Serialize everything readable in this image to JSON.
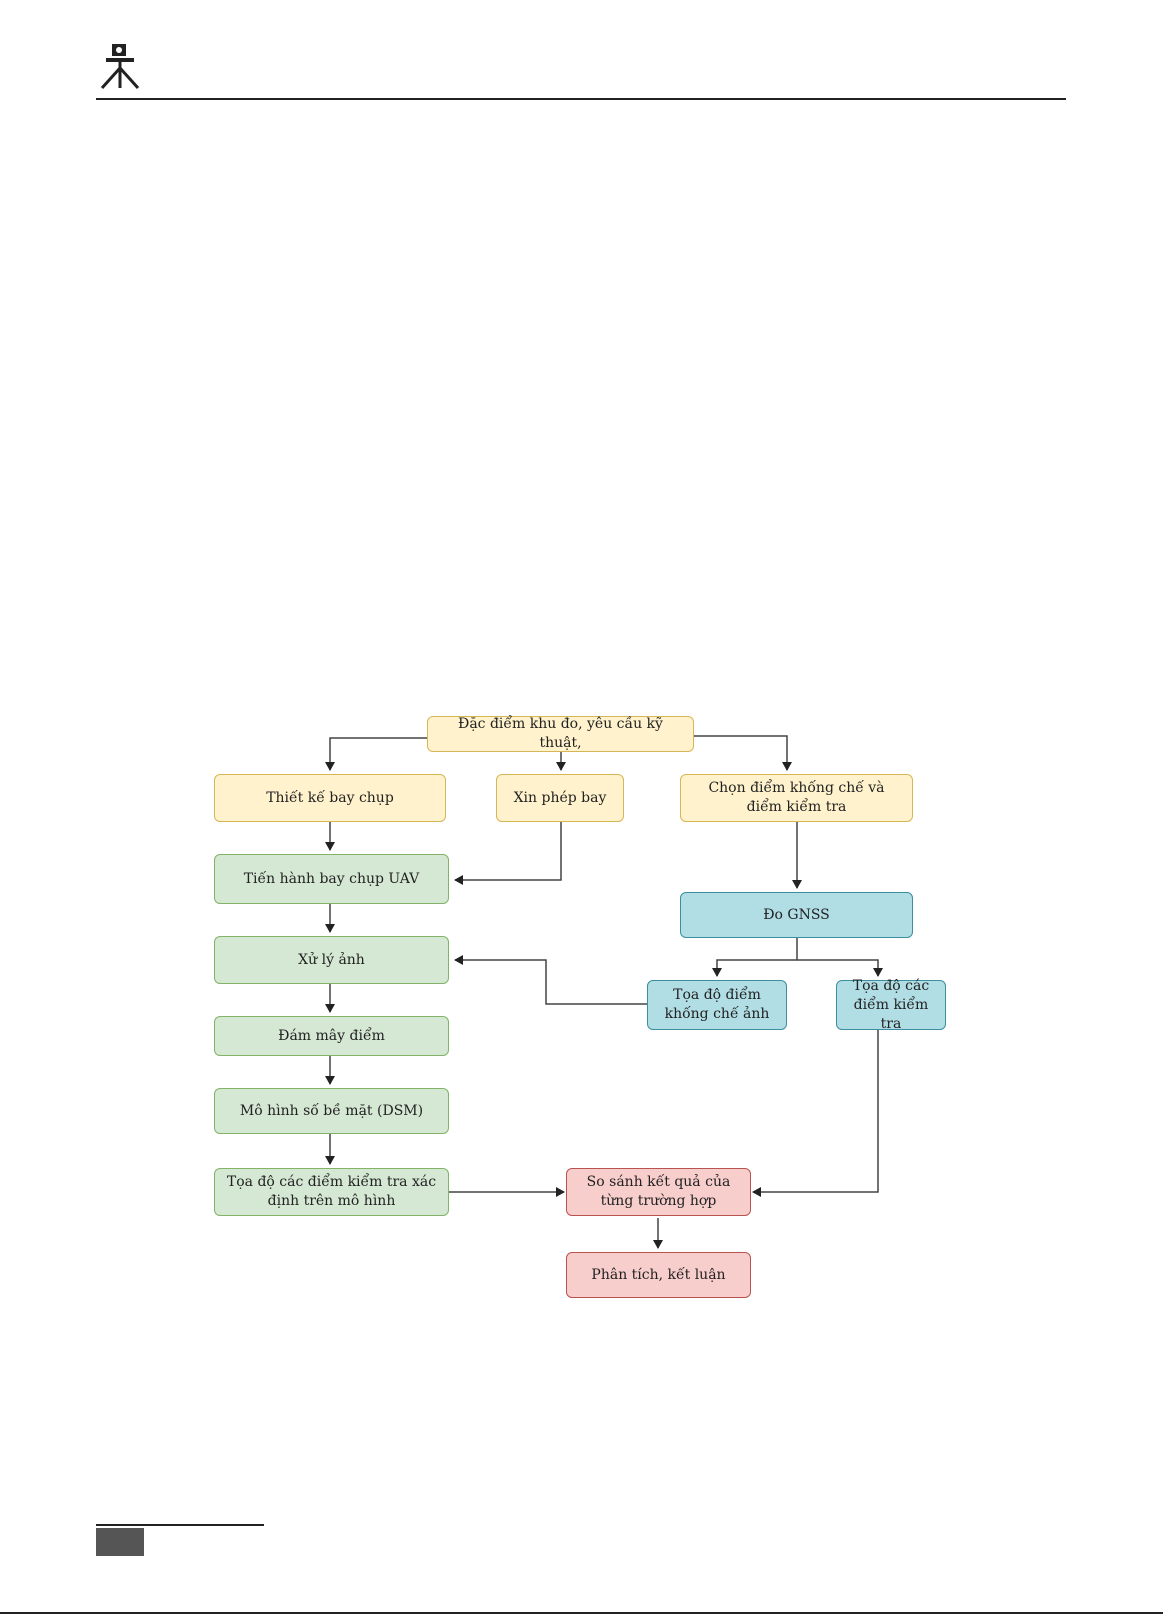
{
  "colors": {
    "yellow_fill": "#fff2cc",
    "yellow_border": "#d6b656",
    "green_fill": "#d5e8d4",
    "green_border": "#82b366",
    "blue_fill": "#b1dde5",
    "blue_border": "#3d8ea1",
    "red_fill": "#f8cecc",
    "red_border": "#b85450"
  },
  "header": {
    "logo_icon": "surveying-tripod-icon"
  },
  "flowchart": {
    "nodes": {
      "start": "Đặc điểm khu đo, yêu cầu kỹ thuật,",
      "design": "Thiết kế bay chụp",
      "permit": "Xin phép bay",
      "select_points": "Chọn điểm khống chế và điểm kiểm tra",
      "fly": "Tiến hành bay chụp UAV",
      "gnss": "Đo GNSS",
      "process": "Xử lý ảnh",
      "gcp_coords": "Tọa độ điểm khống chế ảnh",
      "check_coords": "Tọa độ các điểm kiểm tra",
      "point_cloud": "Đám mây điểm",
      "dsm": "Mô hình số bề mặt (DSM)",
      "model_coords": "Tọa độ các điểm kiểm tra xác định trên mô hình",
      "compare": "So sánh kết quả của từng trường hợp",
      "conclude": "Phân tích, kết luận"
    }
  }
}
